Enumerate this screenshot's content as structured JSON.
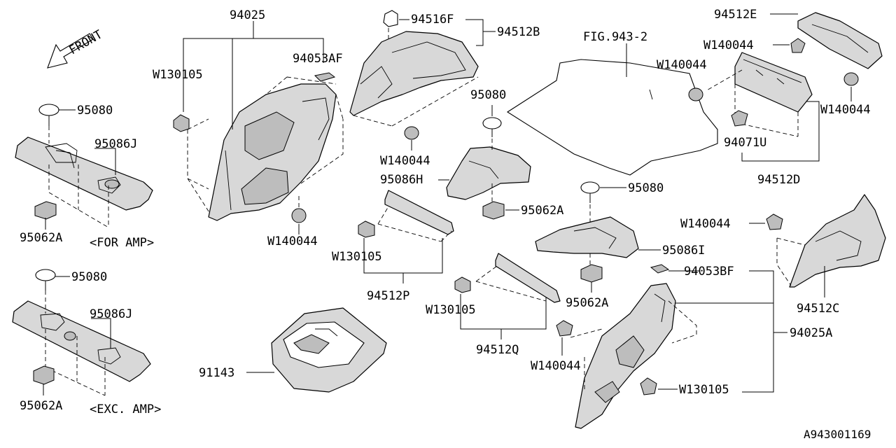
{
  "diagram": {
    "ref_code": "A943001169",
    "front_label": "FRONT",
    "callouts": {
      "p94025": "94025",
      "p94053AF": "94053AF",
      "w130105_a": "W130105",
      "w140044_a": "W140044",
      "p94516F": "94516F",
      "p94512B": "94512B",
      "w140044_b": "W140044",
      "fig943": "FIG.943-2",
      "p94512E": "94512E",
      "w140044_c": "W140044",
      "w140044_d": "W140044",
      "w140044_e": "W140044",
      "p94071U": "94071U",
      "p94512D": "94512D",
      "p95080_a": "95080",
      "p95086J_a": "95086J",
      "p95062A_a": "95062A",
      "note_amp": "<FOR AMP>",
      "p95080_b": "95080",
      "p95086J_b": "95086J",
      "p95062A_b": "95062A",
      "note_exc": "<EXC. AMP>",
      "p95080_c": "95080",
      "p95086H": "95086H",
      "p95062A_c": "95062A",
      "w130105_b": "W130105",
      "p94512P": "94512P",
      "p95080_d": "95080",
      "p95086I": "95086I",
      "p95062A_d": "95062A",
      "w130105_c": "W130105",
      "p94512Q": "94512Q",
      "p91143": "91143",
      "p94053BF": "94053BF",
      "p94025A": "94025A",
      "w140044_f": "W140044",
      "w130105_d": "W130105",
      "w140044_g": "W140044",
      "p94512C": "94512C"
    }
  }
}
